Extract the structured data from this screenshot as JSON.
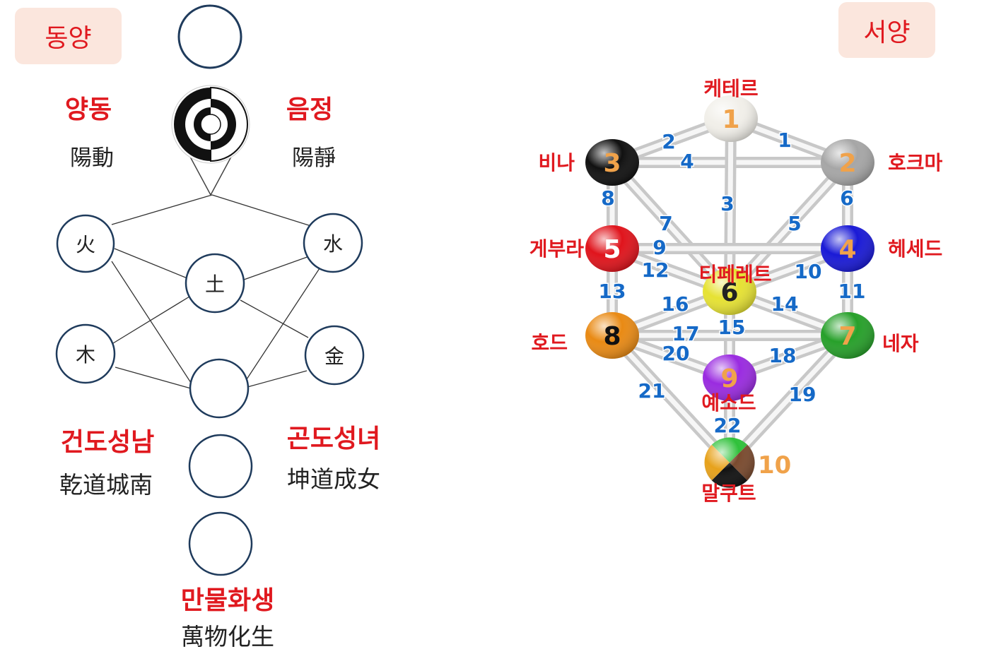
{
  "header": {
    "east_label": "동양",
    "west_label": "서양"
  },
  "east": {
    "yang_motion": {
      "hangul": "양동",
      "hanja": "陽動"
    },
    "yin_still": {
      "hangul": "음정",
      "hanja": "陽靜"
    },
    "elements": {
      "fire": "火",
      "water": "水",
      "earth": "土",
      "wood": "木",
      "metal": "金"
    },
    "male": {
      "hangul": "건도성남",
      "hanja": "乾道城南"
    },
    "female": {
      "hangul": "곤도성녀",
      "hanja": "坤道成女"
    },
    "creation": {
      "hangul": "만물화생",
      "hanja": "萬物化生"
    }
  },
  "west": {
    "sephirot": [
      {
        "number": "1",
        "name": "케테르",
        "color": "#f1efe9"
      },
      {
        "number": "2",
        "name": "호크마",
        "color": "#a6a6a6"
      },
      {
        "number": "3",
        "name": "비나",
        "color": "#111111"
      },
      {
        "number": "4",
        "name": "헤세드",
        "color": "#1a1ad6"
      },
      {
        "number": "5",
        "name": "게부라",
        "color": "#e0141c"
      },
      {
        "number": "6",
        "name": "티페레트",
        "color": "#e6e233"
      },
      {
        "number": "7",
        "name": "네자",
        "color": "#27a02a"
      },
      {
        "number": "8",
        "name": "호드",
        "color": "#e98a14"
      },
      {
        "number": "9",
        "name": "예소드",
        "color": "#9a2be0"
      },
      {
        "number": "10",
        "name": "말쿠트",
        "color": "#6b3d2a"
      }
    ],
    "paths": [
      "1",
      "2",
      "3",
      "4",
      "5",
      "6",
      "7",
      "8",
      "9",
      "10",
      "11",
      "12",
      "13",
      "14",
      "15",
      "16",
      "17",
      "18",
      "19",
      "20",
      "21",
      "22"
    ]
  },
  "colors": {
    "red_text": "#e0191f",
    "blue_text": "#1569c7",
    "circle_stroke": "#1f3b5c",
    "badge_bg": "#fbe6dd"
  }
}
